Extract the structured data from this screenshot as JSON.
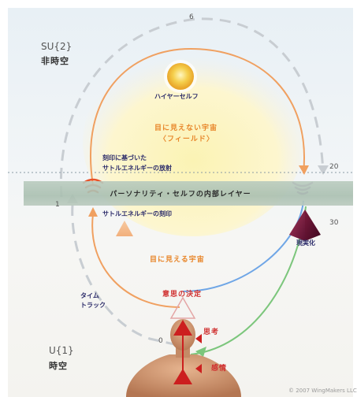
{
  "regions": {
    "upper_code": "SU{2}",
    "upper_title": "非時空",
    "lower_code": "U{1}",
    "lower_title": "時空"
  },
  "numbers": {
    "top": "6",
    "right": "20",
    "right_low": "30",
    "left": "1",
    "bottom": "0"
  },
  "labels": {
    "higher_self": "ハイヤーセルフ",
    "invisible_universe_1": "目に見えない宇宙",
    "invisible_universe_2": "〈フィールド〉",
    "emission_1": "刻印に基づいた",
    "emission_2": "サトルエネルギーの放射",
    "band": "パーソナリティ・セルフの内部レイヤー",
    "imprint": "サトルエネルギーの刻印",
    "manifestation": "現実化",
    "visible_universe": "目に見える宇宙",
    "time_track_1": "タイム",
    "time_track_2": "トラック",
    "decision": "意思の決定",
    "thought": "思考",
    "emotion": "感情",
    "copyright": "© 2007 WingMakers LLC"
  },
  "colors": {
    "orange": "#f0a060",
    "green": "#7cc67c",
    "blue": "#6fa6e6",
    "red": "#cc1f1f",
    "sun": "#f2c23c",
    "dashed": "#c8cdd2"
  }
}
